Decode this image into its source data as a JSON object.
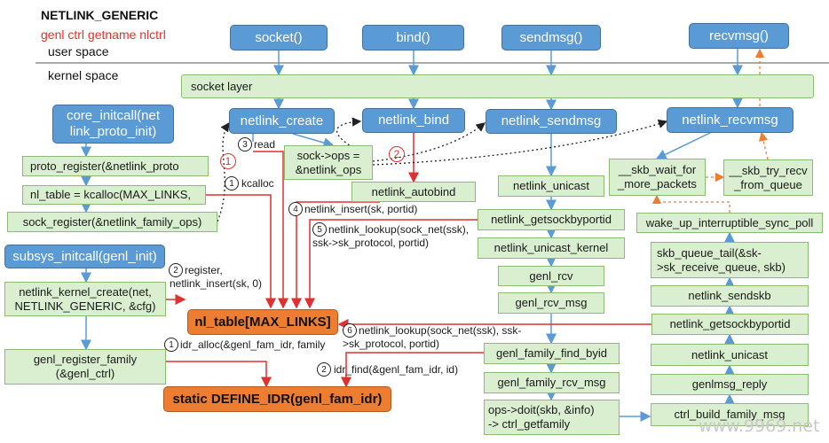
{
  "header": {
    "title": "NETLINK_GENERIC",
    "subtitle": "genl ctrl getname nlctrl",
    "user_space": "user space",
    "kernel_space": "kernel space"
  },
  "syscalls": {
    "socket": "socket()",
    "bind": "bind()",
    "sendmsg": "sendmsg()",
    "recvmsg": "recvmsg()"
  },
  "socket_layer": "socket layer",
  "left_chain": {
    "core_initcall": "core_initcall(net\nlink_proto_init)",
    "proto_register": "proto_register(&netlink_proto",
    "nl_table_alloc": "nl_table = kcalloc(MAX_LINKS,",
    "sock_register": "sock_register(&netlink_family_ops)",
    "subsys_initcall": "subsys_initcall(genl_init)",
    "netlink_kernel_create": "netlink_kernel_create(net,\nNETLINK_GENERIC,  &cfg)",
    "genl_register_family": "genl_register_family\n(&genl_ctrl)"
  },
  "create_path": {
    "netlink_create": "netlink_create",
    "sock_ops": "sock->ops =\n&netlink_ops",
    "netlink_bind": "netlink_bind",
    "netlink_autobind": "netlink_autobind"
  },
  "send_path": {
    "netlink_sendmsg": "netlink_sendmsg",
    "netlink_unicast": "netlink_unicast",
    "netlink_getsockbyportid": "netlink_getsockbyportid",
    "netlink_unicast_kernel": "netlink_unicast_kernel",
    "genl_rcv": "genl_rcv",
    "genl_rcv_msg": "genl_rcv_msg",
    "genl_family_find_byid": "genl_family_find_byid",
    "genl_family_rcv_msg": "genl_family_rcv_msg",
    "ops_doit": "ops->doit(skb,  &info)\n-> ctrl_getfamily"
  },
  "recv_path": {
    "netlink_recvmsg": "netlink_recvmsg",
    "skb_wait_for_more_packets": "__skb_wait_for\n_more_packets",
    "skb_try_recv_from_queue": "__skb_try_recv\n_from_queue",
    "wake_up_interruptible_sync_poll": "wake_up_interruptible_sync_poll",
    "skb_queue_tail": "skb_queue_tail(&sk-\n>sk_receive_queue,  skb)",
    "netlink_sendskb": "netlink_sendskb",
    "netlink_getsockbyportid": "netlink_getsockbyportid",
    "netlink_unicast": "netlink_unicast",
    "genlmsg_reply": "genlmsg_reply",
    "ctrl_build_family_msg": "ctrl_build_family_msg"
  },
  "central": {
    "nl_table": "nl_table[MAX_LINKS]",
    "genl_fam_idr": "static DEFINE_IDR(genl_fam_idr)"
  },
  "labels": {
    "read": "read",
    "kcalloc": "kcalloc",
    "insert": "netlink_insert(sk, portid)",
    "lookup_send": "netlink_lookup(sock_net(ssk),\nssk->sk_protocol, portid)",
    "register": "register,\nnetlink_insert(sk, 0)",
    "lookup_recv": "netlink_lookup(sock_net(ssk), ssk-\n>sk_protocol, portid)",
    "idr_alloc": "idr_alloc(&genl_fam_idr, family",
    "idr_find": "idr_find(&genl_fam_idr, id)"
  },
  "numbers": {
    "n1": "1",
    "n2": "2",
    "n3": "3",
    "n4": "4",
    "n5": "5",
    "n6": "6"
  },
  "watermark": "www.9969.net",
  "colors": {
    "blue": "#5b9bd5",
    "green": "#d9efcf",
    "orange": "#ed7d31",
    "red": "#e03030",
    "arrow_blue": "#5b9bd5",
    "dashed_orange": "#ed7d31"
  }
}
